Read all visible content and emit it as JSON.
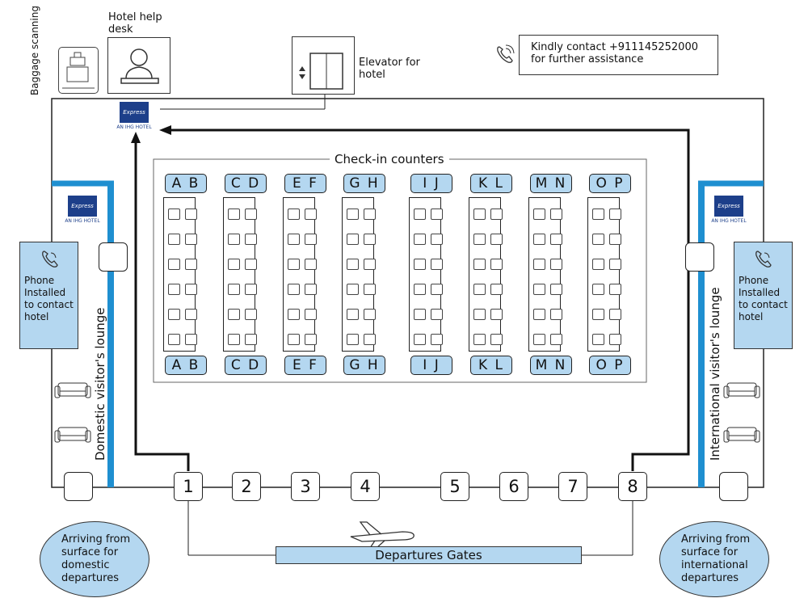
{
  "top": {
    "baggage_label": "Baggage scanning",
    "help_desk_label": "Hotel help desk",
    "elevator_label": "Elevator for hotel",
    "contact_text": "Kindly contact +911145252000 for further assistance"
  },
  "logo": {
    "mark_text": "Express",
    "sub_text": "AN IHG HOTEL"
  },
  "checkin": {
    "title": "Check-in counters",
    "counters": [
      "A B",
      "C D",
      "E F",
      "G H",
      "I J",
      "K L",
      "M N",
      "O P"
    ]
  },
  "left": {
    "phone_text": "Phone Installed to contact hotel",
    "lounge_label": "Domestic visitor's lounge",
    "arriving_text": "Arriving from surface for domestic departures"
  },
  "right": {
    "phone_text": "Phone Installed to contact hotel",
    "lounge_label": "International visitor's lounge",
    "arriving_text": "Arriving from surface for international departures"
  },
  "gates": {
    "numbers": [
      "1",
      "2",
      "3",
      "4",
      "5",
      "6",
      "7",
      "8"
    ],
    "departures_label": "Departures Gates"
  },
  "icons": [
    "phone-icon",
    "elevator-icon",
    "desk-person-icon",
    "baggage-scanner-icon",
    "sofa-icon",
    "airplane-icon",
    "hotel-logo-icon"
  ]
}
